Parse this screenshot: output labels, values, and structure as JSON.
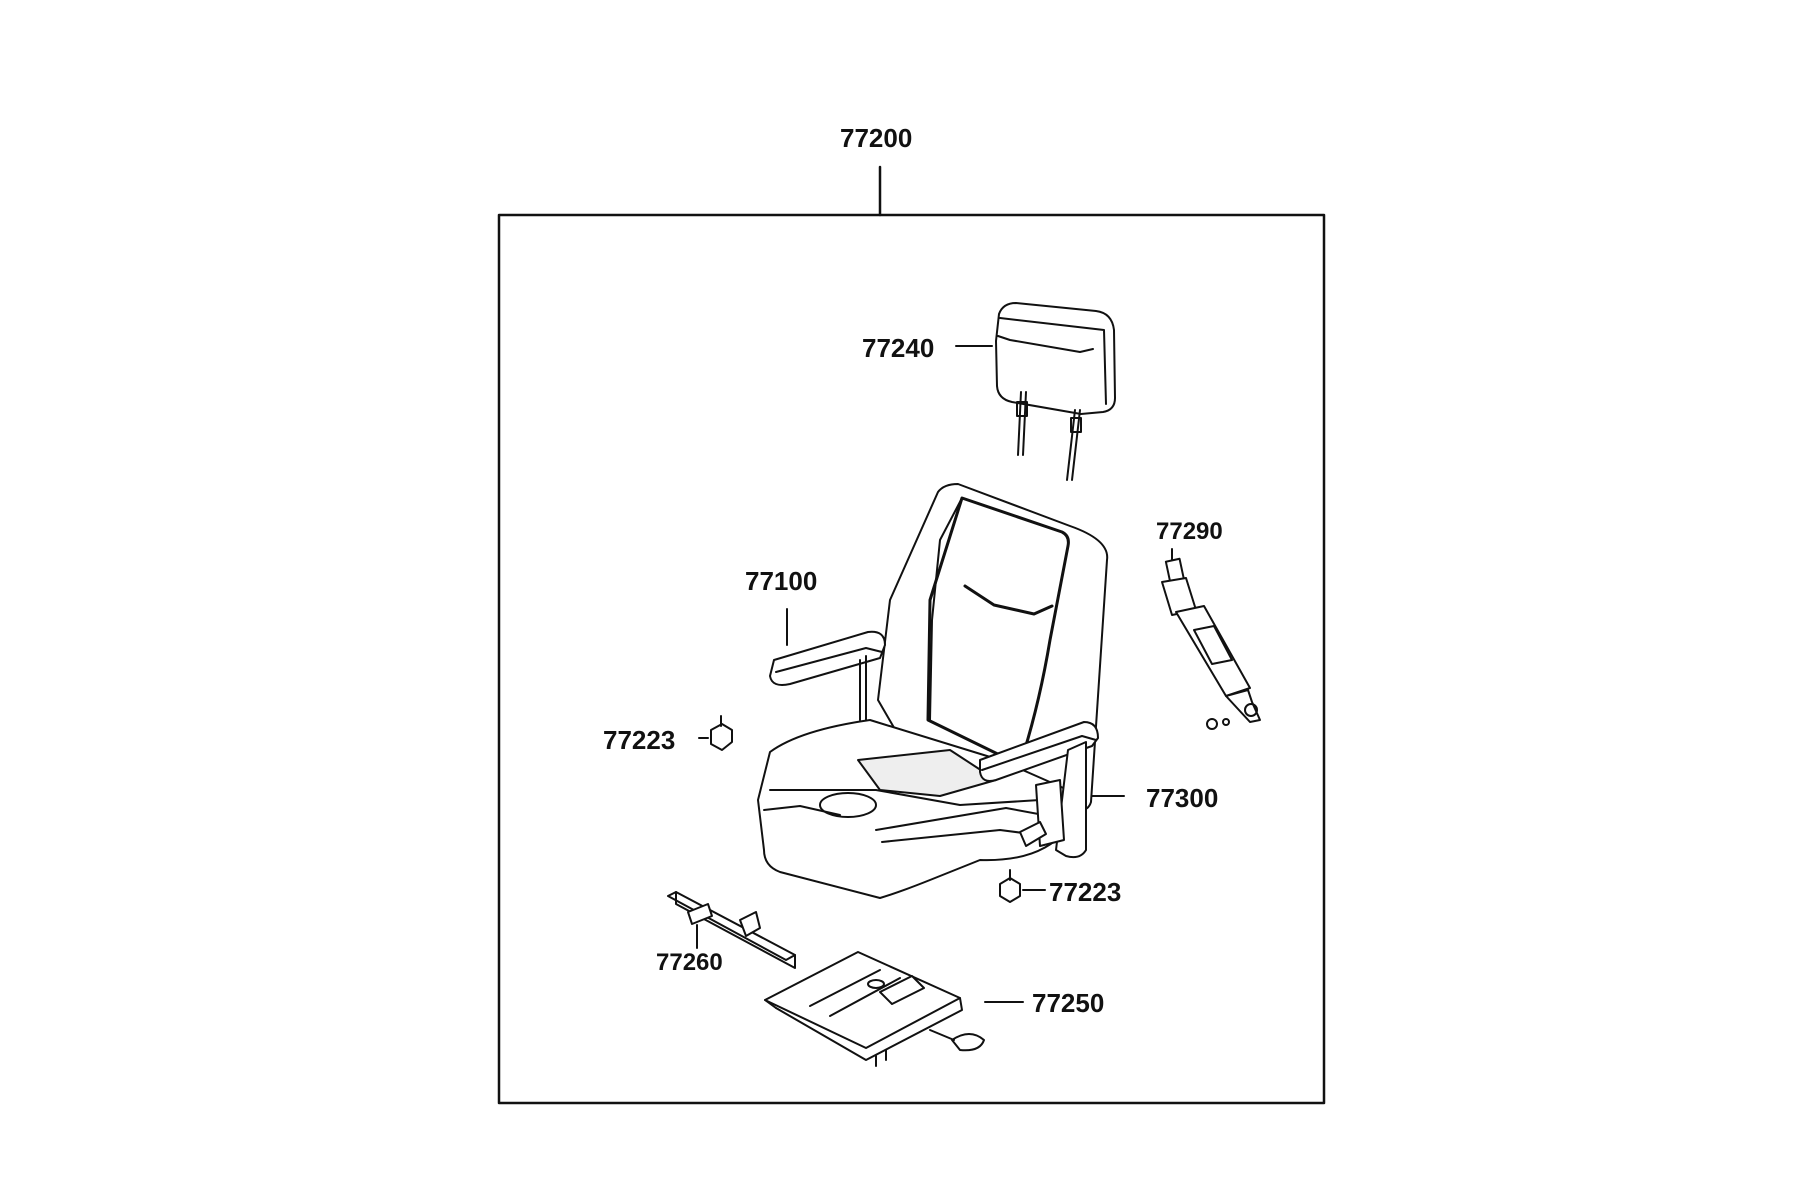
{
  "diagram": {
    "colors": {
      "line": "#111111",
      "fill": "#ffffff",
      "shade": "#eeeeee"
    },
    "callouts": {
      "assembly": "77200",
      "headrest": "77240",
      "seat_belt": "77290",
      "backrest": "77100",
      "knob_left": "77223",
      "armrest_right": "77300",
      "knob_bottom": "77223",
      "bracket": "77260",
      "slide_rail": "77250"
    }
  }
}
